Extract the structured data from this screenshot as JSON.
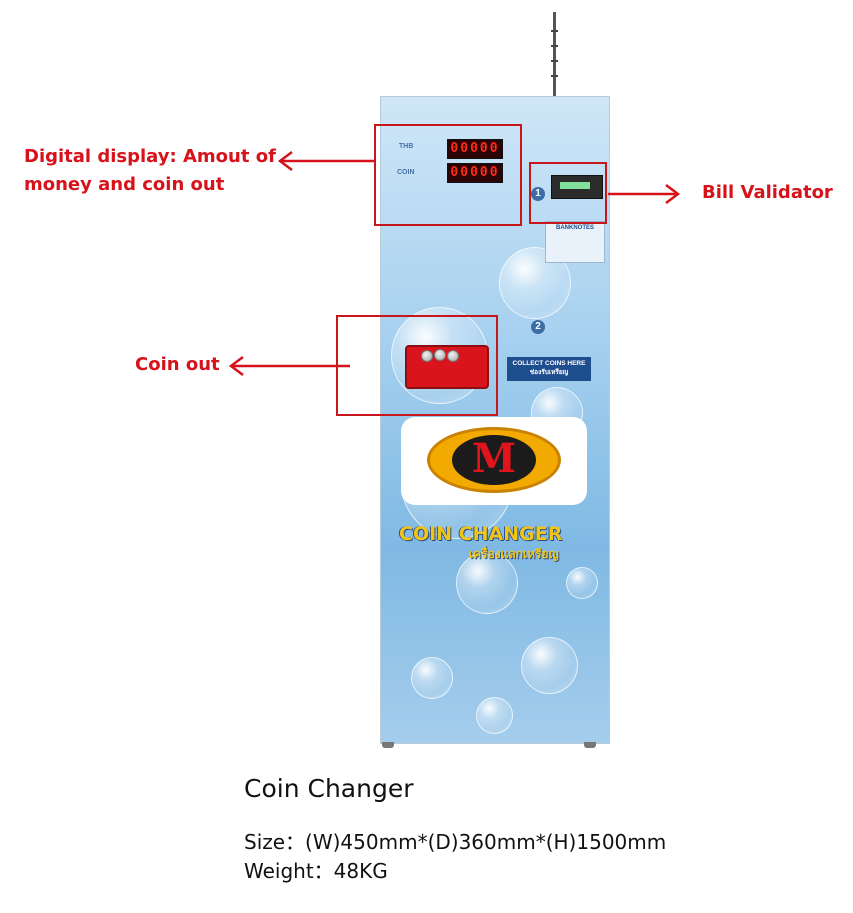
{
  "annotations": {
    "display_line1": "Digital display: Amout of",
    "display_line2": "money and coin out",
    "bill_validator": "Bill Validator",
    "coin_out": "Coin out"
  },
  "machine": {
    "display": {
      "thb_label": "THB",
      "coin_label": "COIN",
      "thb_value": "00000",
      "coin_value": "00000"
    },
    "step_1": "1",
    "step_2": "2",
    "banknotes_label": "BANKNOTES",
    "collect_line1": "COLLECT COINS HERE",
    "collect_line2": "ช่องรับเหรียญ",
    "logo_letter": "M",
    "title": "COIN CHANGER",
    "title_thai": "เครื่องแลกเหรียญ"
  },
  "caption": {
    "product": "Coin Changer",
    "size": "Size：(W)450mm*(D)360mm*(H)1500mm",
    "weight": "Weight：48KG"
  },
  "colors": {
    "annotation_red": "#d6121a",
    "machine_blue": "#a9d2f0",
    "logo_gold": "#f2a900"
  }
}
